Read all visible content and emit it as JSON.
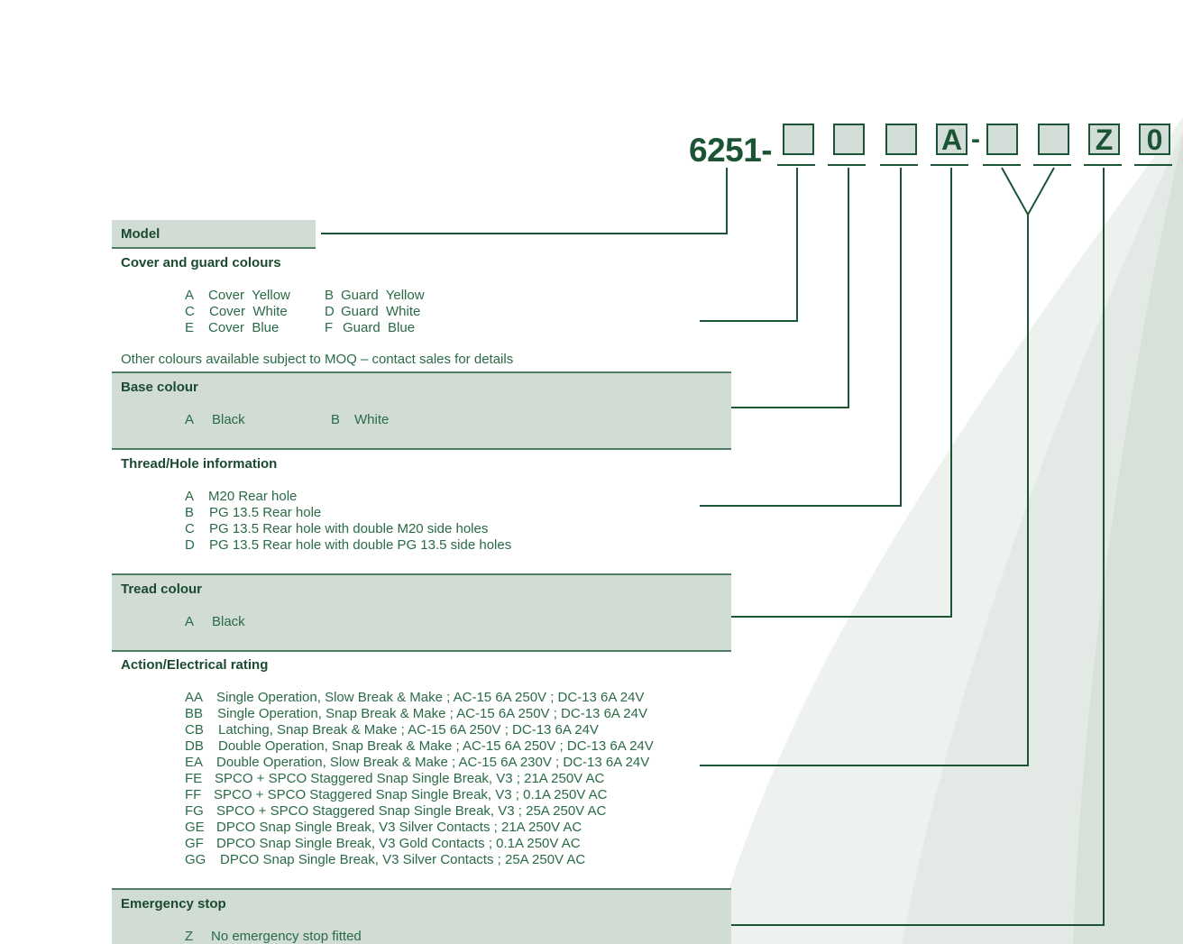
{
  "code": {
    "prefix": "6251-",
    "boxes": [
      "",
      "",
      "",
      "A",
      "",
      "",
      "Z",
      "0"
    ],
    "separator": "-"
  },
  "sections": {
    "model": {
      "heading": "Model"
    },
    "cover": {
      "heading": "Cover and guard colours",
      "col1": [
        {
          "code": "A",
          "label": "Cover  Yellow"
        },
        {
          "code": "C",
          "label": "Cover  White"
        },
        {
          "code": "E",
          "label": "Cover  Blue"
        }
      ],
      "col2": [
        {
          "code": "B",
          "label": "Guard  Yellow"
        },
        {
          "code": "D",
          "label": "Guard  White"
        },
        {
          "code": "F",
          "label": "Guard  Blue"
        }
      ],
      "note": "Other colours available subject to MOQ – contact sales for details"
    },
    "base": {
      "heading": "Base colour",
      "options": [
        {
          "code": "A",
          "label": "Black"
        },
        {
          "code": "B",
          "label": "White"
        }
      ]
    },
    "thread": {
      "heading": "Thread/Hole information",
      "options": [
        {
          "code": "A",
          "label": "M20 Rear hole"
        },
        {
          "code": "B",
          "label": "PG 13.5 Rear hole"
        },
        {
          "code": "C",
          "label": "PG 13.5 Rear hole with double M20 side holes"
        },
        {
          "code": "D",
          "label": "PG 13.5 Rear hole with double PG 13.5 side holes"
        }
      ]
    },
    "tread": {
      "heading": "Tread colour",
      "options": [
        {
          "code": "A",
          "label": "Black"
        }
      ]
    },
    "action": {
      "heading": "Action/Electrical rating",
      "options": [
        {
          "code": "AA",
          "label": "Single Operation, Slow Break & Make ; AC-15 6A 250V ; DC-13 6A 24V"
        },
        {
          "code": "BB",
          "label": "Single Operation, Snap Break & Make ; AC-15 6A 250V ; DC-13 6A 24V"
        },
        {
          "code": "CB",
          "label": "Latching, Snap Break & Make ; AC-15 6A 250V ; DC-13 6A 24V"
        },
        {
          "code": "DB",
          "label": "Double Operation, Snap Break & Make ; AC-15 6A 250V ; DC-13 6A 24V"
        },
        {
          "code": "EA",
          "label": "Double Operation, Slow Break & Make ; AC-15 6A 230V ; DC-13 6A 24V"
        },
        {
          "code": "FE",
          "label": "SPCO + SPCO Staggered Snap Single Break, V3 ; 21A 250V AC"
        },
        {
          "code": "FF",
          "label": "SPCO + SPCO Staggered Snap Single Break, V3 ; 0.1A 250V AC"
        },
        {
          "code": "FG",
          "label": "SPCO + SPCO Staggered Snap Single Break, V3 ; 25A 250V AC"
        },
        {
          "code": "GE",
          "label": "DPCO Snap Single Break, V3 Silver Contacts ; 21A 250V AC"
        },
        {
          "code": "GF",
          "label": "DPCO Snap Single Break, V3 Gold Contacts ; 0.1A 250V AC"
        },
        {
          "code": "GG",
          "label": "DPCO Snap Single Break, V3 Silver Contacts ; 25A 250V AC"
        }
      ]
    },
    "estop": {
      "heading": "Emergency stop",
      "options": [
        {
          "code": "Z",
          "label": "No emergency stop fitted"
        }
      ]
    }
  },
  "colors": {
    "dark_green": "#1b5434",
    "shade": "#d1dcd5",
    "box_fill": "#d3ddd7"
  }
}
